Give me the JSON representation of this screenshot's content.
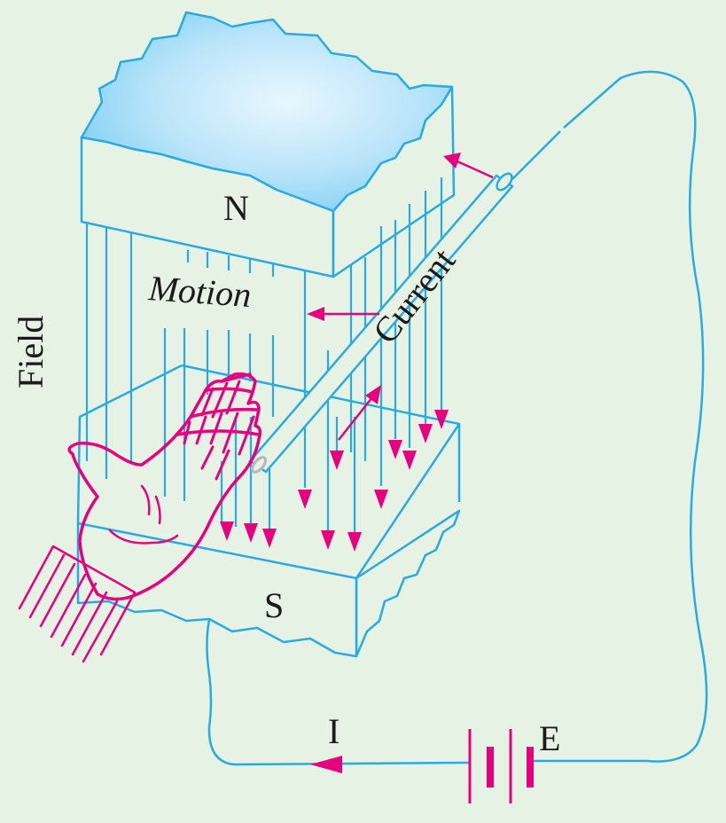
{
  "labels": {
    "north": "N",
    "south": "S",
    "motion": "Motion",
    "current": "Current",
    "field": "Field",
    "current_symbol": "I",
    "emf_symbol": "E"
  },
  "colors": {
    "background": "#e6f2e4",
    "line": "#29abe2",
    "arrow": "#e6007e",
    "hand": "#e6007e",
    "pole_top_light": "#e8f7ff",
    "pole_top_dark": "#79cdf2",
    "text": "#1a1a1a"
  },
  "icons": {
    "battery": "battery-cell-icon",
    "hand": "left-hand-icon"
  }
}
